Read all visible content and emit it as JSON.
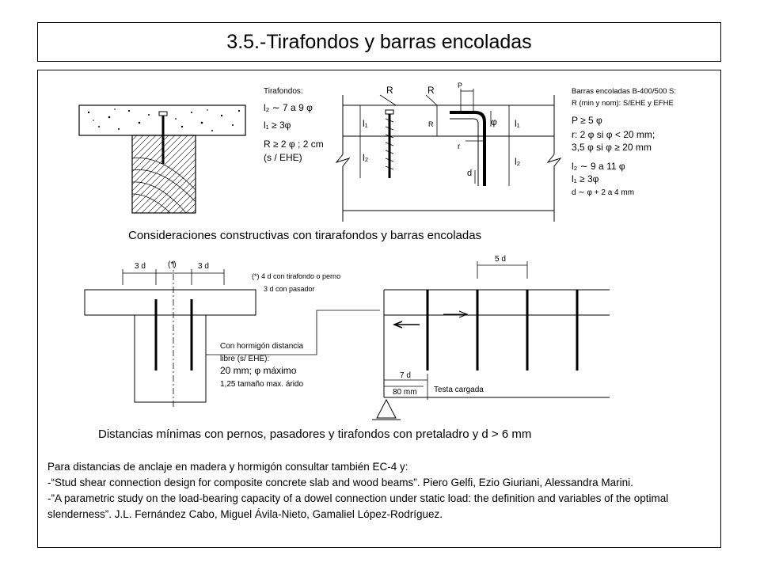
{
  "title": "3.5.-Tirafondos y barras encoladas",
  "top": {
    "tirafondos_heading": "Tirafondos:",
    "tirafondos_lines": [
      "l₂ ∼ 7 a 9 φ",
      "l₁ ≥ 3φ",
      "R ≥ 2 φ ; 2 cm",
      "(s / EHE)"
    ],
    "labels": {
      "R1": "R",
      "R2": "R",
      "R3": "R",
      "P": "P",
      "r": "r",
      "d": "d",
      "l1a": "l₁",
      "l2a": "l₂",
      "l1b": "l₁",
      "l2b": "l₂",
      "phi": "φ"
    },
    "barras_heading": "Barras encoladas B-400/500 S:",
    "barras_lines": [
      "R (min y nom): S/EHE y EFHE",
      "P ≥ 5 φ",
      "r: 2 φ si φ < 20 mm;",
      "3,5 φ si φ ≥ 20 mm",
      "l₂ ∼ 9 a 11 φ",
      "l₁ ≥ 3φ",
      "d ∼ φ + 2 a 4 mm"
    ],
    "caption": "Consideraciones constructivas con tirarafondos y barras encoladas"
  },
  "bottom": {
    "dim_3d_left": "3 d",
    "dim_star": "(*)",
    "dim_3d_right": "3 d",
    "note1": "(*) 4 d con tirafondo o perno",
    "note2": "3 d con pasador",
    "note3": "Con hormigón distancia",
    "note4": "libre (s/ EHE):",
    "note5": "20 mm; φ máximo",
    "note6": "1,25 tamaño max. árido",
    "dim_5d": "5 d",
    "dim_7d": "7 d",
    "dim_80mm": "80 mm",
    "testa": "Testa cargada",
    "caption": "Distancias mínimas con pernos, pasadores y tirafondos con pretaladro y d > 6 mm"
  },
  "references": [
    "Para distancias de anclaje en madera y hormigón consultar también EC-4 y:",
    "-“Stud shear connection design for composite concrete slab and wood beams”. Piero Gelfi, Ezio Giuriani, Alessandra Marini.",
    "-”A parametric study on the load-bearing capacity of a dowel connection under static load: the definition and variables of the optimal slenderness”. J.L. Fernández Cabo, Miguel Ávila-Nieto, Gamaliel López-Rodríguez."
  ]
}
